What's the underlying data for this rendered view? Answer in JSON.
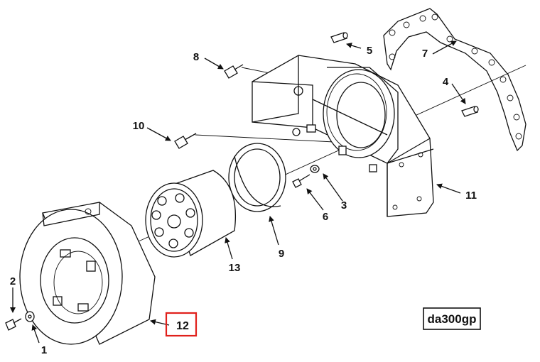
{
  "diagram": {
    "callouts": [
      "1",
      "2",
      "3",
      "4",
      "5",
      "6",
      "7",
      "8",
      "9",
      "10",
      "11",
      "12",
      "13"
    ],
    "highlighted_callout": "12",
    "highlight_color": "#e0201b",
    "figure_code": "da300gp",
    "line_color": "#111111"
  }
}
